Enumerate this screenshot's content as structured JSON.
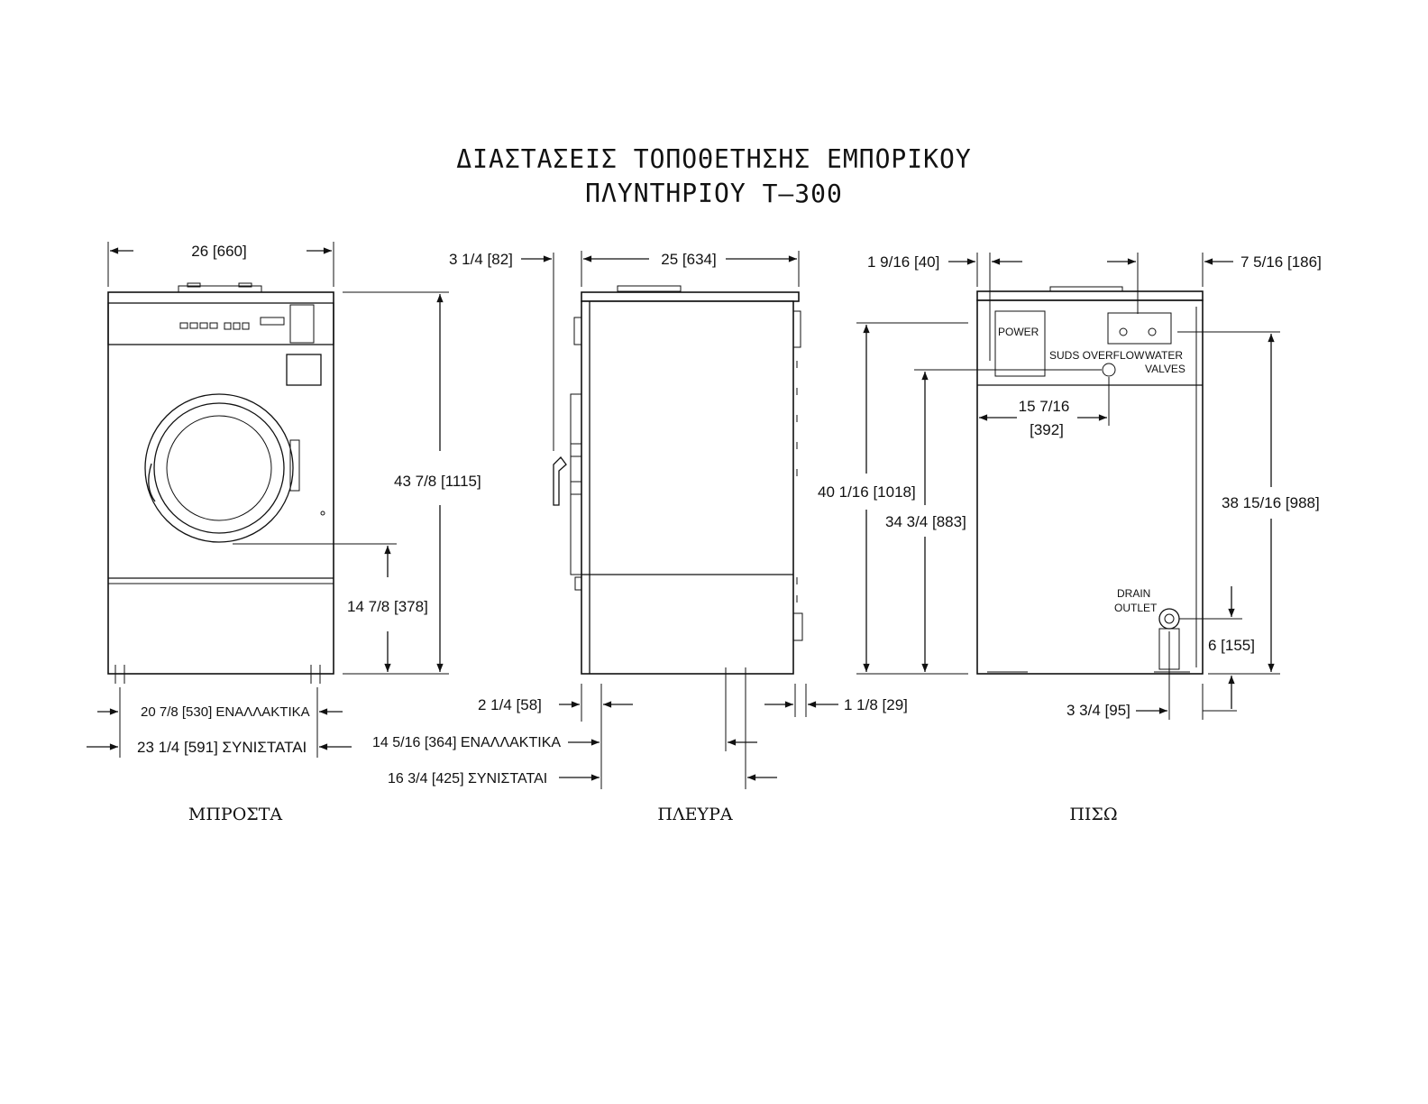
{
  "title": {
    "line1": "ΔΙΑΣΤΑΣΕΙΣ ΤΟΠΟΘΕΤΗΣΗΣ ΕΜΠΟΡΙΚΟΥ",
    "line2": "ΠΛΥΝΤΗΡΙΟΥ T–300"
  },
  "views": {
    "front": "ΜΠΡΟΣΤΑ",
    "side": "ΠΛΕΥΡΑ",
    "rear": "ΠΙΣΩ"
  },
  "front_dims": {
    "width": "26 [660]",
    "height": "43 7/8 [1115]",
    "door_height": "14 7/8 [378]",
    "alt_spacing": "20 7/8 [530] ΕΝΑΛΛΑΚΤΙΚΑ",
    "rec_spacing": "23 1/4 [591] ΣΥΝΙΣΤΑΤΑΙ"
  },
  "side_dims": {
    "top_offset": "3 1/4 [82]",
    "depth": "25 [634]",
    "front_offset": "2 1/4 [58]",
    "rear_offset": "1 1/8 [29]",
    "alt_spacing": "14 5/16 [364] ΕΝΑΛΛΑΚΤΙΚΑ",
    "rec_spacing": "16 3/4 [425] ΣΥΝΙΣΤΑΤΑΙ"
  },
  "rear_dims": {
    "left_offset": "1 9/16 [40]",
    "right_offset": "7 5/16 [186]",
    "power_height": "40 1/16 [1018]",
    "suds_height": "34 3/4 [883]",
    "suds_offset_1": "15 7/16",
    "suds_offset_2": "[392]",
    "water_height": "38 15/16 [988]",
    "drain_height": "6 [155]",
    "drain_offset": "3 3/4 [95]"
  },
  "rear_labels": {
    "power": "POWER",
    "suds": "SUDS OVERFLOW",
    "water1": "WATER",
    "water2": "VALVES",
    "drain1": "DRAIN",
    "drain2": "OUTLET"
  }
}
